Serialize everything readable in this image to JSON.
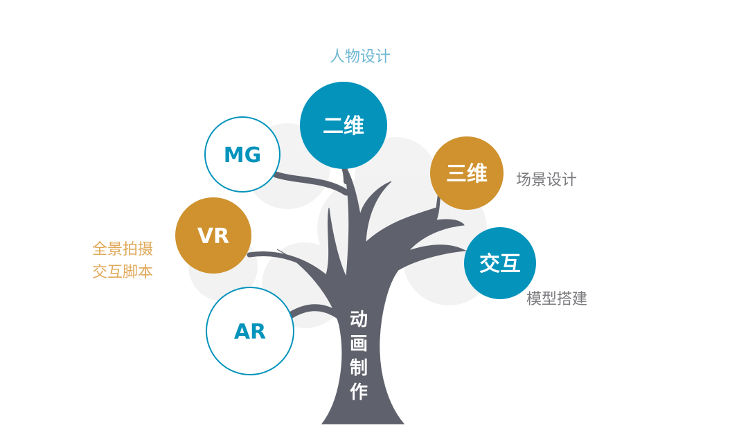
{
  "colors": {
    "teal": "#0393bb",
    "gold": "#cf922e",
    "trunk": "#5f616c",
    "bubble": "#eeeeef"
  },
  "trunk_label": [
    "动",
    "画",
    "制",
    "作"
  ],
  "nodes": {
    "erwei": "二维",
    "mg": "MG",
    "sanwei": "三维",
    "vr": "VR",
    "jiaohu": "交互",
    "ar": "AR"
  },
  "labels": {
    "character_design": "人物设计",
    "scene_design": "场景设计",
    "panorama_line1": "全景拍摄",
    "panorama_line2": "交互脚本",
    "model_building": "模型搭建"
  }
}
